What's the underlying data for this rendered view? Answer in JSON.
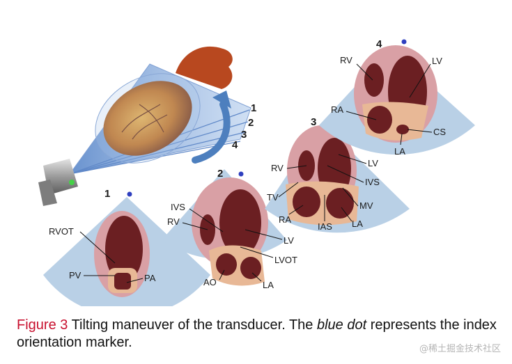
{
  "figure": {
    "plane_numbers": [
      "1",
      "2",
      "3",
      "4"
    ],
    "colors": {
      "sector": "#b9d0e6",
      "myocardium": "#d9a0a5",
      "cavity": "#6b1f22",
      "tissue": "#e8b896",
      "marker": "#2f3fbf",
      "plane": "#5f88c8",
      "arrow": "#4d7fbe"
    },
    "views": [
      {
        "number": "1",
        "labels": [
          "RVOT",
          "PV",
          "PA"
        ]
      },
      {
        "number": "2",
        "labels": [
          "IVS",
          "RV",
          "LV",
          "LVOT",
          "AO",
          "LA"
        ]
      },
      {
        "number": "3",
        "labels": [
          "RV",
          "LV",
          "IVS",
          "TV",
          "MV",
          "RA",
          "IAS",
          "LA"
        ]
      },
      {
        "number": "4",
        "labels": [
          "RV",
          "LV",
          "RA",
          "CS",
          "LA"
        ]
      }
    ]
  },
  "caption": {
    "figure_label": "Figure 3",
    "text_before": " Tilting maneuver of the transducer. The ",
    "emphasis": "blue dot",
    "text_after": " represents the index orientation marker."
  },
  "watermark": "@稀土掘金技术社区"
}
